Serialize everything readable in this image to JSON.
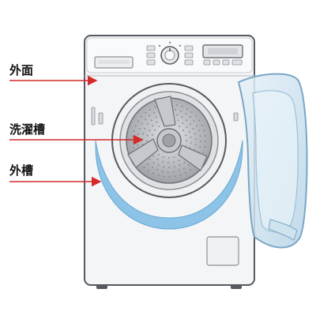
{
  "labels": {
    "outer_surface": "外面",
    "washing_tub": "洗濯槽",
    "outer_tub": "外槽"
  },
  "colors": {
    "arrow": "#d42a2a",
    "outer_tub": "#8cc3e6",
    "body": "#f4f5f7",
    "outline": "#555a60",
    "drum": "#b9bcc0",
    "door_glass": "#cfe3ef"
  },
  "icons": [
    "dial-knob-icon",
    "display-panel-icon"
  ]
}
